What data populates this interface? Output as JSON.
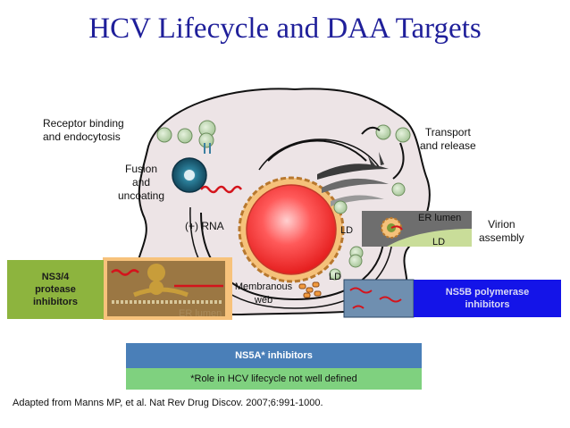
{
  "title": "HCV Lifecycle and DAA Targets",
  "labels": {
    "receptor": [
      "Receptor binding",
      "and endocytosis"
    ],
    "fusion": [
      "Fusion",
      "and",
      "uncoating"
    ],
    "rna": "(+) RNA",
    "membranous": [
      "Membranous",
      "web"
    ],
    "er_lumen_top": "ER lumen",
    "er_lumen_bottom": "ER lumen",
    "ld_top": "LD",
    "ld_mid": "LD",
    "ld_right": "LD",
    "transport": [
      "Transport",
      "and release"
    ],
    "virion": [
      "Virion",
      "assembly"
    ]
  },
  "boxes": {
    "ns34": [
      "NS3/4",
      "protease",
      "inhibitors"
    ],
    "ns5b": [
      "NS5B polymerase",
      "inhibitors"
    ],
    "ns5a": "NS5A* inhibitors",
    "ns5a_note": "*Role in HCV lifecycle not well defined"
  },
  "colors": {
    "title": "#1f1f9a",
    "ns34_box": "#8db43e",
    "ns5b_box": "#1414e8",
    "ns5a_box": "#4a7fb8",
    "note_box": "#7fd17f",
    "nucleus": "#ff3b3b",
    "cell": "#ede4e6"
  },
  "citation": "Adapted from Manns MP, et al. Nat Rev Drug Discov. 2007;6:991-1000."
}
